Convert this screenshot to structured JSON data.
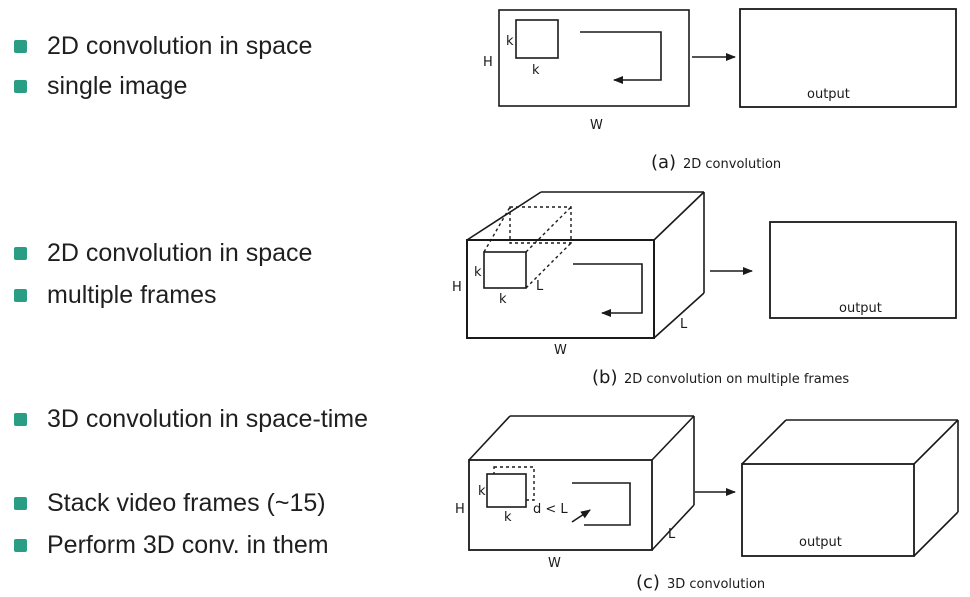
{
  "colors": {
    "bullet": "#2a9d85",
    "stroke": "#1a1a1a"
  },
  "bullets": [
    {
      "text": "2D convolution in space"
    },
    {
      "text": "single image"
    },
    {
      "text": "2D convolution in space"
    },
    {
      "text": "multiple frames"
    },
    {
      "text": "3D convolution in space-time"
    },
    {
      "text": "Stack video frames (~15)"
    },
    {
      "text": "Perform 3D conv. in them"
    }
  ],
  "panel_a": {
    "h": "H",
    "w": "W",
    "k_side": "k",
    "k_bottom": "k",
    "output": "output",
    "caption_letter": "(a)",
    "caption_text": "2D convolution"
  },
  "panel_b": {
    "h": "H",
    "w": "W",
    "k_side": "k",
    "k_bottom": "k",
    "l_inner": "L",
    "l_depth": "L",
    "output": "output",
    "caption_letter": "(b)",
    "caption_text": "2D convolution on multiple frames"
  },
  "panel_c": {
    "h": "H",
    "w": "W",
    "k_side": "k",
    "k_bottom": "k",
    "d_lt_l": "d < L",
    "l_depth": "L",
    "output": "output",
    "caption_letter": "(c)",
    "caption_text": "3D convolution"
  }
}
